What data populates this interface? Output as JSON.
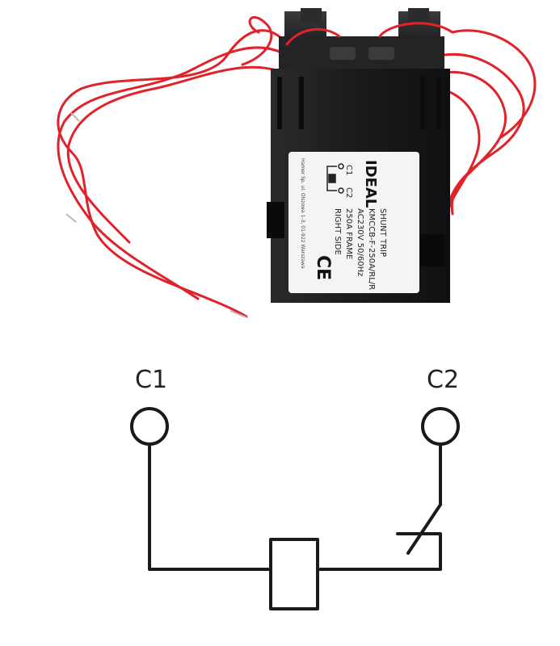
{
  "product_label": {
    "brand": "IDEAL",
    "line1": "SHUNT TRIP",
    "line2": "KMCCB-F-250A/RL/R",
    "line3": "AC230V 50/60Hz",
    "line4": "250A FRAME",
    "line5": "RIGHT SIDE",
    "terminal_c1": "C1",
    "terminal_c2": "C2",
    "ce_mark": "CE",
    "footer": "Hamer Sp. ul. Olszowa 1-3, 01-922 Warszawa"
  },
  "schematic": {
    "terminal_left": "C1",
    "terminal_right": "C2"
  },
  "colors": {
    "body": "#1b1b1d",
    "wire": "#e0232b",
    "label": "#f4f4f4",
    "line": "#1a1a1a"
  }
}
